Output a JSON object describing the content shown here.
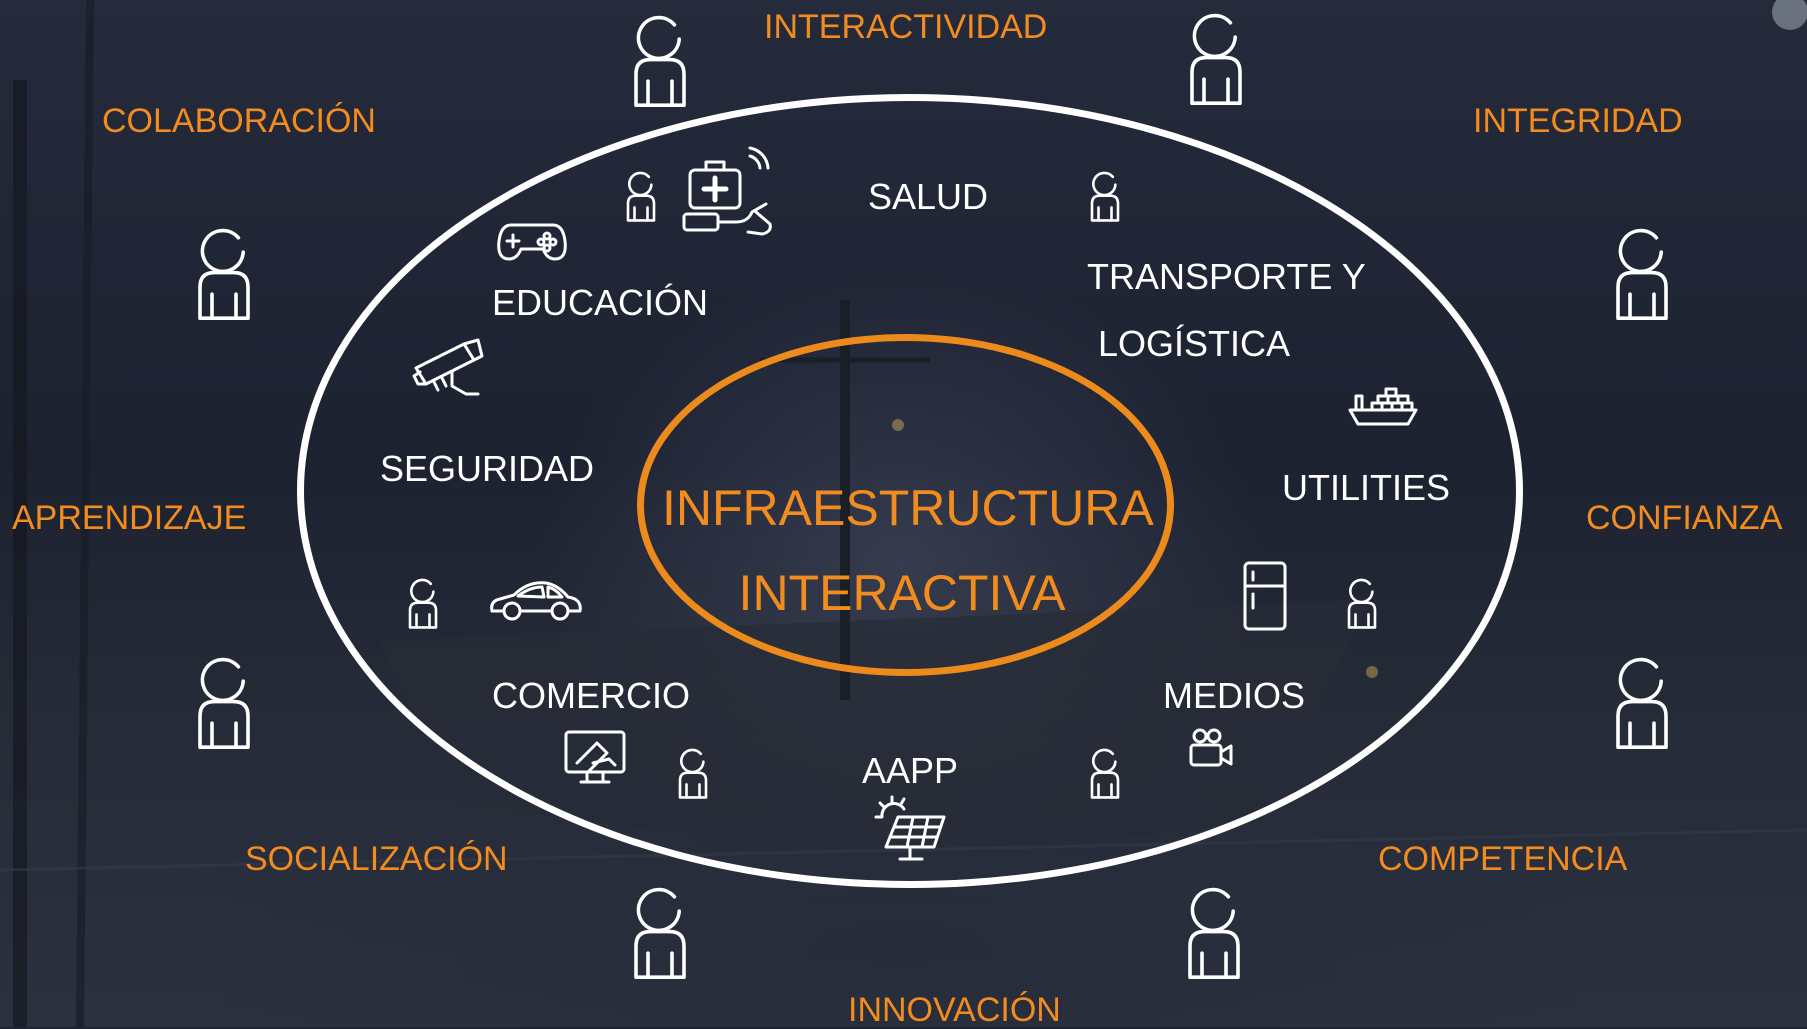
{
  "diagram": {
    "center": {
      "line1": "INFRAESTRUCTURA",
      "line2": "INTERACTIVA"
    },
    "sectors": {
      "salud": "SALUD",
      "educacion": "EDUCACIÓN",
      "transporte_1": "TRANSPORTE Y",
      "transporte_2": "LOGÍSTICA",
      "seguridad": "SEGURIDAD",
      "utilities": "UTILITIES",
      "comercio": "COMERCIO",
      "medios": "MEDIOS",
      "aapp": "AAPP"
    },
    "values": {
      "interactividad": "INTERACTIVIDAD",
      "colaboracion": "COLABORACIÓN",
      "integridad": "INTEGRIDAD",
      "aprendizaje": "APRENDIZAJE",
      "confianza": "CONFIANZA",
      "socializacion": "SOCIALIZACIÓN",
      "competencia": "COMPETENCIA",
      "innovacion": "INNOVACIÓN"
    }
  },
  "colors": {
    "accent": "#f28c1f",
    "ring_inner": "#ec8b1b",
    "ring_outer": "#ffffff",
    "text": "#ffffff"
  },
  "icons": [
    "person-icon",
    "medical-kit-icon",
    "gamepad-icon",
    "security-camera-icon",
    "cargo-ship-icon",
    "car-icon",
    "refrigerator-icon",
    "computer-payment-icon",
    "video-camera-icon",
    "solar-panel-icon"
  ]
}
